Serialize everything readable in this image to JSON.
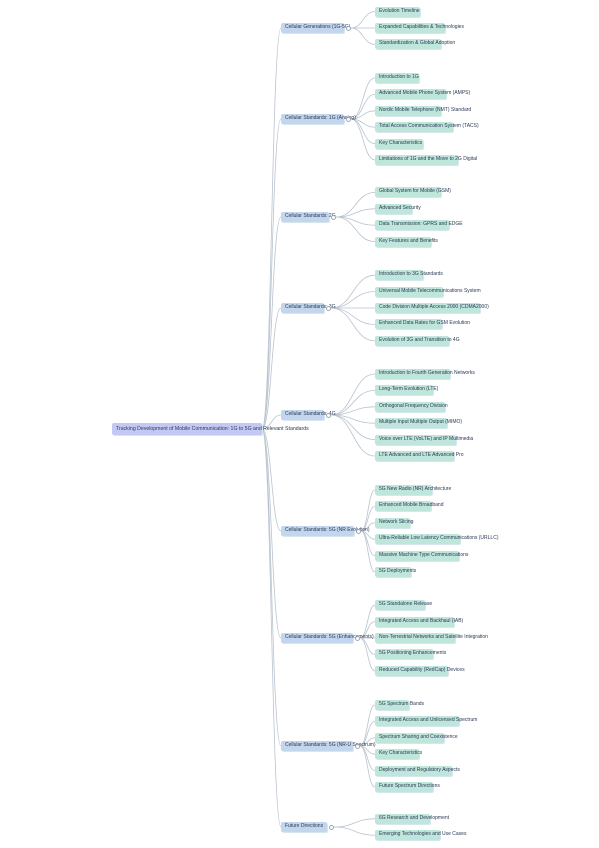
{
  "colors": {
    "root": "#c3c9f4",
    "branch": "#c4d6ee",
    "leaf": "#bfe6da",
    "line": "#b9c3cf"
  },
  "root": {
    "label": "Tracking Development of Mobile Communication: 1G to 5G and Relevant Standards"
  },
  "branches": [
    {
      "label": "Cellular Generations (1G-5G)",
      "children": [
        "Evolution Timeline",
        "Expanded Capabilities & Technologies",
        "Standardization & Global Adoption"
      ]
    },
    {
      "label": "Cellular Standards: 1G (Analog)",
      "children": [
        "Introduction to 1G",
        "Advanced Mobile Phone System (AMPS)",
        "Nordic Mobile Telephone (NMT) Standard",
        "Total Access Communication System (TACS)",
        "Key Characteristics",
        "Limitations of 1G and the Move to 2G Digital"
      ]
    },
    {
      "label": "Cellular Standards: 2G",
      "children": [
        "Global System for Mobile (GSM)",
        "Advanced Security",
        "Data Transmission: GPRS and EDGE",
        "Key Features and Benefits"
      ]
    },
    {
      "label": "Cellular Standards: 3G",
      "children": [
        "Introduction to 3G Standards",
        "Universal Mobile Telecommunications System",
        "Code Division Multiple Access 2000 (CDMA2000)",
        "Enhanced Data Rates for GSM Evolution",
        "Evolution of 3G and Transition to 4G"
      ]
    },
    {
      "label": "Cellular Standards: 4G",
      "children": [
        "Introduction to Fourth Generation Networks",
        "Long-Term Evolution (LTE)",
        "Orthogonal Frequency Division",
        "Multiple Input Multiple Output (MIMO)",
        "Voice over LTE (VoLTE) and IP Multimedia",
        "LTE Advanced and LTE Advanced Pro"
      ]
    },
    {
      "label": "Cellular Standards: 5G (NR Evolution)",
      "children": [
        "5G New Radio (NR) Architecture",
        "Enhanced Mobile Broadband",
        "Network Slicing",
        "Ultra-Reliable Low Latency Communications (URLLC)",
        "Massive Machine Type Communications",
        "5G Deployments"
      ]
    },
    {
      "label": "Cellular Standards: 5G (Enhancements)",
      "children": [
        "5G Standalone Release",
        "Integrated Access and Backhaul (IAB)",
        "Non-Terrestrial Networks and Satellite Integration",
        "5G Positioning Enhancements",
        "Reduced Capability (RedCap) Devices"
      ]
    },
    {
      "label": "Cellular Standards: 5G (NR-U Spectrum)",
      "children": [
        "5G Spectrum Bands",
        "Integrated Access and Unlicensed Spectrum",
        "Spectrum Sharing and Coexistence",
        "Key Characteristics",
        "Deployment and Regulatory Aspects",
        "Future Spectrum Directions"
      ]
    },
    {
      "label": "Future Directions",
      "children": [
        "6G Research and Development",
        "Emerging Technologies and Use Cases"
      ]
    }
  ]
}
